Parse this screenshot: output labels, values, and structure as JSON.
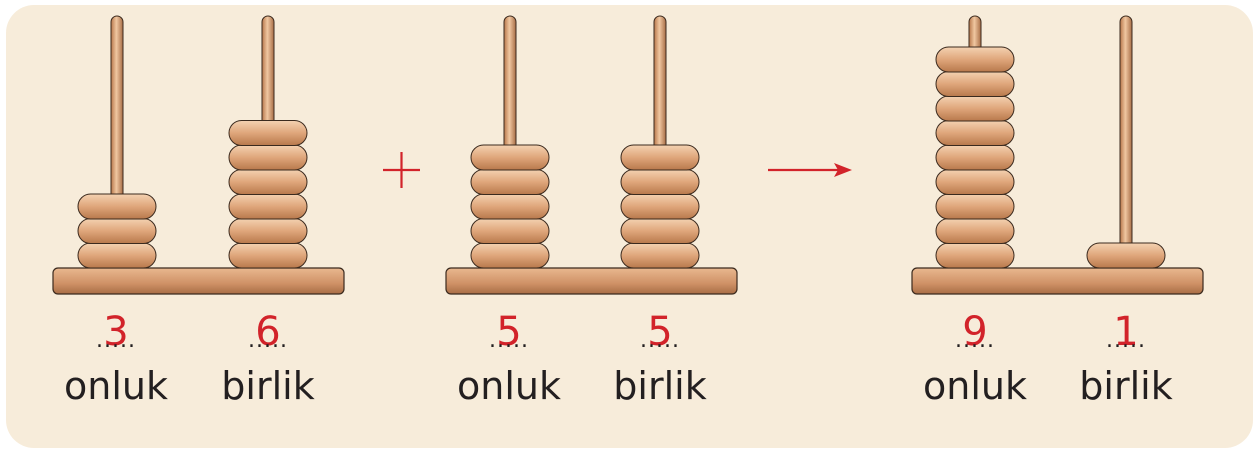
{
  "operator_plus": "+",
  "abacuses": [
    {
      "name": "first-addend",
      "rods": [
        {
          "label": "onluk",
          "value": "3",
          "beads": 3
        },
        {
          "label": "birlik",
          "value": "6",
          "beads": 6
        }
      ]
    },
    {
      "name": "second-addend",
      "rods": [
        {
          "label": "onluk",
          "value": "5",
          "beads": 5
        },
        {
          "label": "birlik",
          "value": "5",
          "beads": 5
        }
      ]
    },
    {
      "name": "result",
      "rods": [
        {
          "label": "onluk",
          "value": "9",
          "beads": 9
        },
        {
          "label": "birlik",
          "value": "1",
          "beads": 1
        }
      ]
    }
  ],
  "blank_placeholder": ".....",
  "colors": {
    "panel": "#f7ecda",
    "wood_light": "#f1c9a5",
    "wood_mid": "#d79a6e",
    "wood_dark": "#a86d45",
    "outline": "#3b2a1e",
    "accent_red": "#d2232a",
    "text": "#231f20"
  }
}
